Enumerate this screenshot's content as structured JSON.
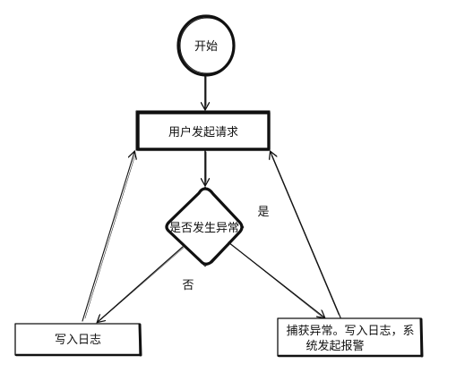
{
  "diagram": {
    "nodes": {
      "start": {
        "label": "开始",
        "shape": "circle"
      },
      "request": {
        "label": "用户发起请求",
        "shape": "rectangle"
      },
      "decision": {
        "label": "是否发生异常",
        "shape": "diamond"
      },
      "log": {
        "label": "写入日志",
        "shape": "rectangle"
      },
      "alarm": {
        "label_line1": "捕获异常。写入日志，系",
        "label_line2": "统发起报警",
        "shape": "rectangle"
      }
    },
    "edges": {
      "yes_label": "是",
      "no_label": "否"
    },
    "colors": {
      "stroke": "#111111",
      "background": "#ffffff"
    }
  }
}
